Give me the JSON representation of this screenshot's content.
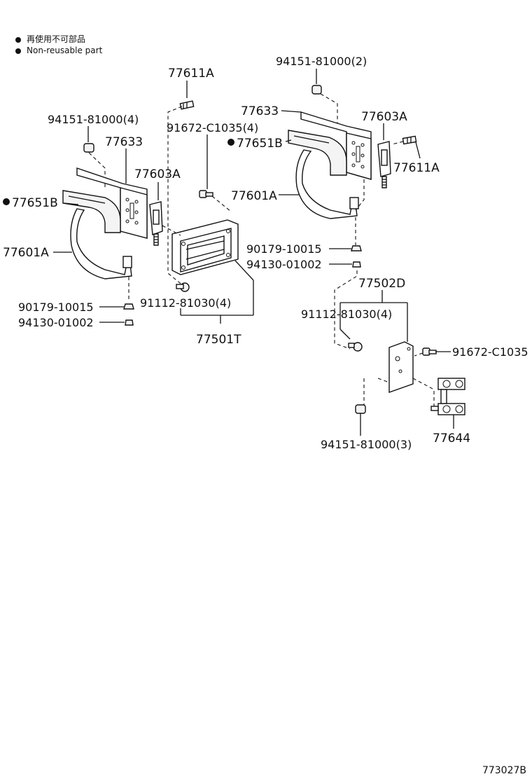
{
  "legend": {
    "items": [
      {
        "text": "再使用不可部品"
      },
      {
        "text": "Non-reusable part"
      }
    ]
  },
  "figure_code": "773027B",
  "callouts": {
    "left": {
      "p77611A": "77611A",
      "p94151_4": "94151-81000(4)",
      "p77633": "77633",
      "p91672_4": "91672-C1035(4)",
      "p77603A": "77603A",
      "p77651B": "77651B",
      "p77601A": "77601A",
      "p90179": "90179-10015",
      "p94130": "94130-01002",
      "p91112_4": "91112-81030(4)",
      "p77501T": "77501T"
    },
    "right": {
      "p94151_2": "94151-81000(2)",
      "p77633": "77633",
      "p77603A": "77603A",
      "p77651B": "77651B",
      "p77611A": "77611A",
      "p77601A": "77601A",
      "p90179": "90179-10015",
      "p94130": "94130-01002",
      "p77502D": "77502D",
      "p91112_4": "91112-81030(4)",
      "p91672": "91672-C1035",
      "p77644": "77644",
      "p94151_3": "94151-81000(3)"
    }
  }
}
